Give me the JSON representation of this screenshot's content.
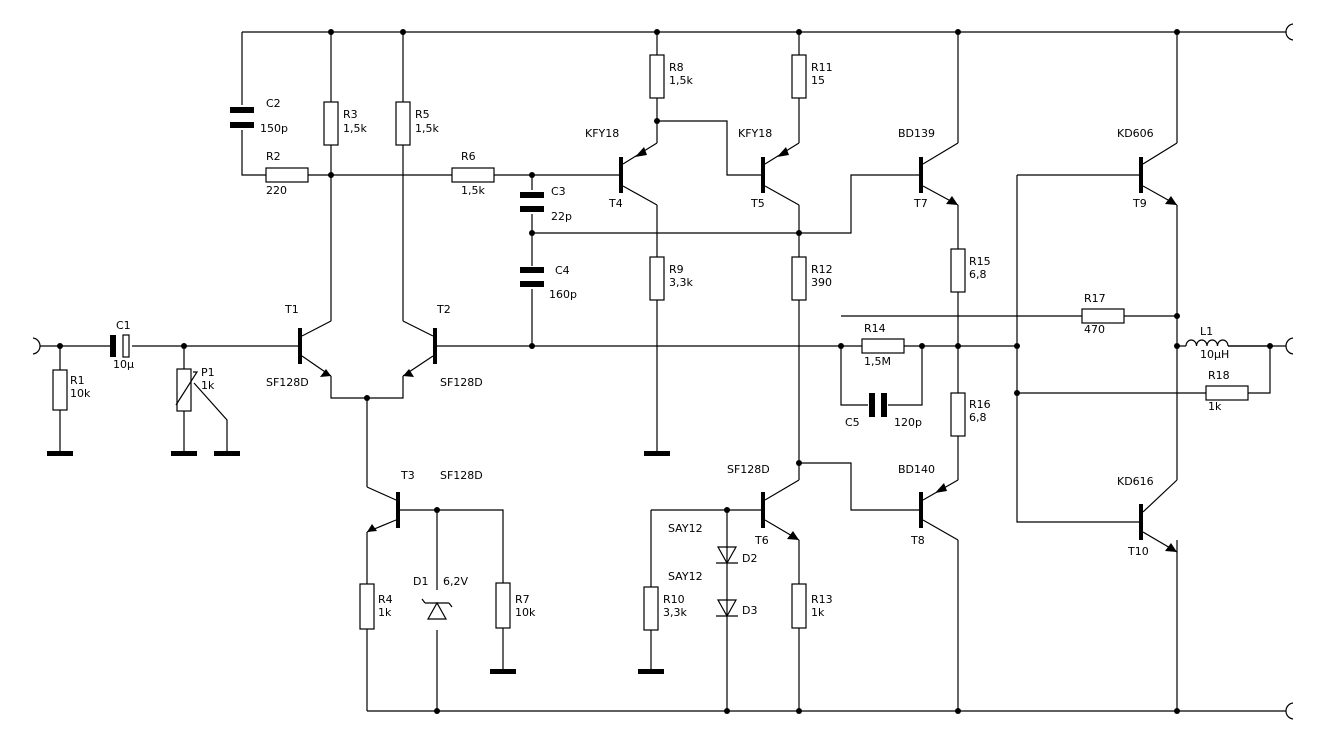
{
  "components": {
    "R1": {
      "ref": "R1",
      "value": "10k"
    },
    "R2": {
      "ref": "R2",
      "value": "220"
    },
    "R3": {
      "ref": "R3",
      "value": "1,5k"
    },
    "R4": {
      "ref": "R4",
      "value": "1k"
    },
    "R5": {
      "ref": "R5",
      "value": "1,5k"
    },
    "R6": {
      "ref": "R6",
      "value": "1,5k"
    },
    "R7": {
      "ref": "R7",
      "value": "10k"
    },
    "R8": {
      "ref": "R8",
      "value": "1,5k"
    },
    "R9": {
      "ref": "R9",
      "value": "3,3k"
    },
    "R10": {
      "ref": "R10",
      "value": "3,3k"
    },
    "R11": {
      "ref": "R11",
      "value": "15"
    },
    "R12": {
      "ref": "R12",
      "value": "390"
    },
    "R13": {
      "ref": "R13",
      "value": "1k"
    },
    "R14": {
      "ref": "R14",
      "value": "1,5M"
    },
    "R15": {
      "ref": "R15",
      "value": "6,8"
    },
    "R16": {
      "ref": "R16",
      "value": "6,8"
    },
    "R17": {
      "ref": "R17",
      "value": "470"
    },
    "R18": {
      "ref": "R18",
      "value": "1k"
    },
    "P1": {
      "ref": "P1",
      "value": "1k"
    },
    "C1": {
      "ref": "C1",
      "value": "10µ"
    },
    "C2": {
      "ref": "C2",
      "value": "150p"
    },
    "C3": {
      "ref": "C3",
      "value": "22p"
    },
    "C4": {
      "ref": "C4",
      "value": "160p"
    },
    "C5": {
      "ref": "C5",
      "value": "120p"
    },
    "L1": {
      "ref": "L1",
      "value": "10µH"
    },
    "D1": {
      "ref": "D1",
      "value": "6,2V"
    },
    "D2": {
      "ref": "D2",
      "type": "SAY12"
    },
    "D3": {
      "ref": "D3",
      "type": "SAY12"
    },
    "T1": {
      "ref": "T1",
      "type": "SF128D"
    },
    "T2": {
      "ref": "T2",
      "type": "SF128D"
    },
    "T3": {
      "ref": "T3",
      "type": "SF128D"
    },
    "T4": {
      "ref": "T4",
      "type": "KFY18"
    },
    "T5": {
      "ref": "T5",
      "type": "KFY18"
    },
    "T6": {
      "ref": "T6",
      "type": "SF128D"
    },
    "T7": {
      "ref": "T7",
      "type": "BD139"
    },
    "T8": {
      "ref": "T8",
      "type": "BD140"
    },
    "T9": {
      "ref": "T9",
      "type": "KD606"
    },
    "T10": {
      "ref": "T10",
      "type": "KD616"
    }
  }
}
